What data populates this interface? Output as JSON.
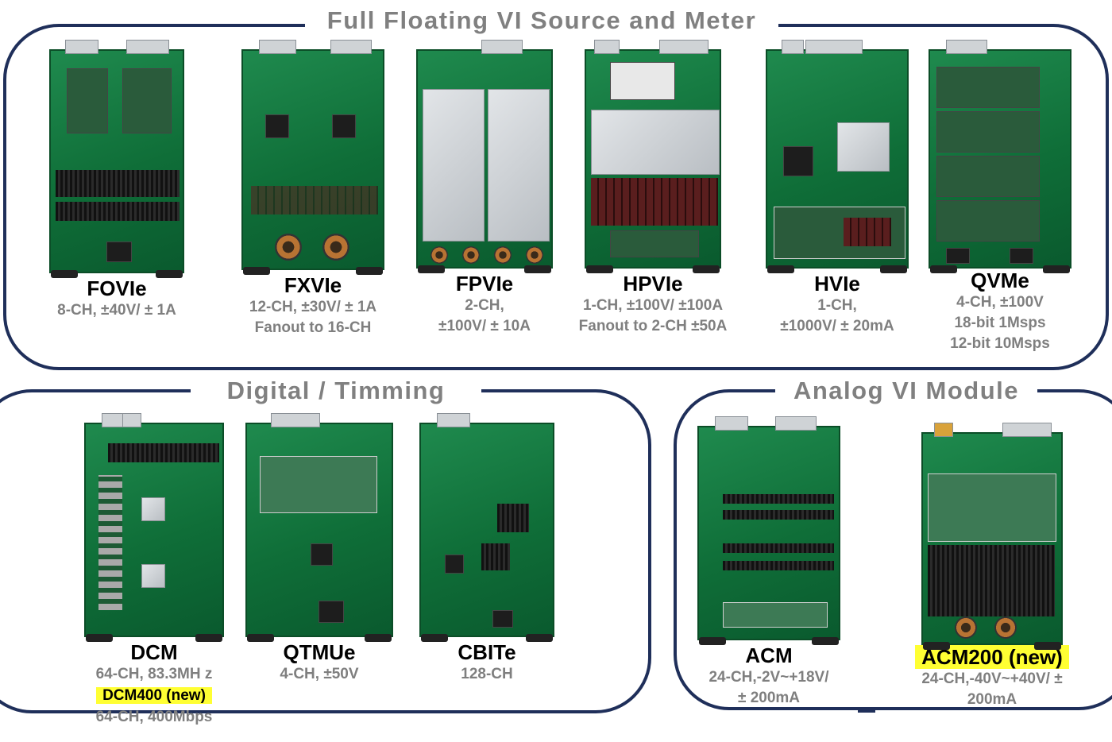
{
  "groups": {
    "vi": {
      "title": "Full Floating VI Source and Meter"
    },
    "digital": {
      "title": "Digital / Timming"
    },
    "analog": {
      "title": "Analog VI Module"
    }
  },
  "modules": {
    "fovie": {
      "name": "FOVIe",
      "specs": [
        "8-CH,  ±40V/ ± 1A"
      ]
    },
    "fxvie": {
      "name": "FXVIe",
      "specs": [
        "12-CH,  ±30V/ ± 1A",
        "Fanout  to  16-CH"
      ]
    },
    "fpvie": {
      "name": "FPVIe",
      "specs": [
        "2-CH,",
        "±100V/ ± 10A"
      ]
    },
    "hpvie": {
      "name": "HPVIe",
      "specs": [
        "1-CH,  ±100V/  ±100A",
        "Fanout  to  2-CH  ±50A"
      ]
    },
    "hvie": {
      "name": "HVIe",
      "specs": [
        "1-CH,",
        "±1000V/ ± 20mA"
      ]
    },
    "qvme": {
      "name": "QVMe",
      "specs": [
        "4-CH,  ±100V",
        "18-bit  1Msps",
        "12-bit  10Msps"
      ]
    },
    "dcm": {
      "name": "DCM",
      "specs": [
        "64-CH,  83.3MH z"
      ],
      "new_name": "DCM400  (new)",
      "new_spec": "64-CH,  400Mbps"
    },
    "qtmue": {
      "name": "QTMUe",
      "specs": [
        "4-CH,  ±50V"
      ]
    },
    "cbite": {
      "name": "CBITe",
      "specs": [
        "128-CH"
      ]
    },
    "acm": {
      "name": "ACM",
      "specs": [
        "24-CH,-2V~+18V/",
        "± 200mA"
      ]
    },
    "acm200": {
      "name": "ACM200  (new)",
      "specs": [
        "24-CH,-40V~+40V/   ±",
        "200mA"
      ]
    }
  },
  "colors": {
    "border": "#1f2f5a",
    "title_gray": "#808080",
    "spec_gray": "#7f7f7f",
    "highlight": "#ffff33",
    "board_green": "#0f6e38"
  }
}
